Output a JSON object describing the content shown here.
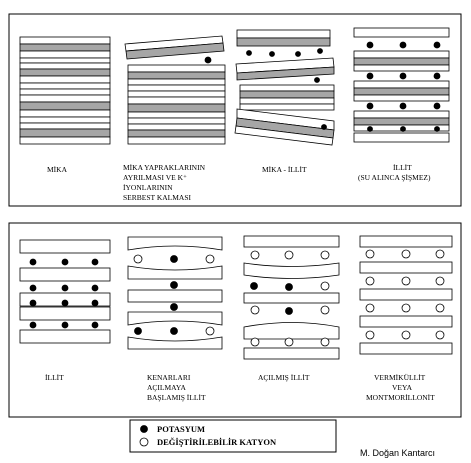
{
  "top_panel": {
    "captions": [
      {
        "lines": [
          "MİKA"
        ]
      },
      {
        "lines": [
          "MİKA YAPRAKLARININ",
          "AYRILMASI VE K⁺",
          "İYONLARININ",
          "SERBEST KALMASI"
        ]
      },
      {
        "lines": [
          "MİKA - İLLİT"
        ]
      },
      {
        "lines": [
          "İLLİT",
          "(SU ALINCA ŞİŞMEZ)"
        ]
      }
    ]
  },
  "bottom_panel": {
    "captions": [
      {
        "lines": [
          "İLLİT"
        ]
      },
      {
        "lines": [
          "KENARLARI",
          "AÇILMAYA",
          "BAŞLAMIŞ İLLİT"
        ]
      },
      {
        "lines": [
          "AÇILMIŞ İLLİT"
        ]
      },
      {
        "lines": [
          "VERMİKÜLLİT",
          "VEYA",
          "MONTMORİLLONİT"
        ]
      }
    ]
  },
  "legend": {
    "potassium": "POTASYUM",
    "exchangeable_cation": "DEĞİŞTİRİLEBİLİR KATYON"
  },
  "credit": "M. Doğan Kantarcı",
  "colors": {
    "layer_gray": "#a6a6a6",
    "stroke": "#000000",
    "background": "#ffffff"
  }
}
